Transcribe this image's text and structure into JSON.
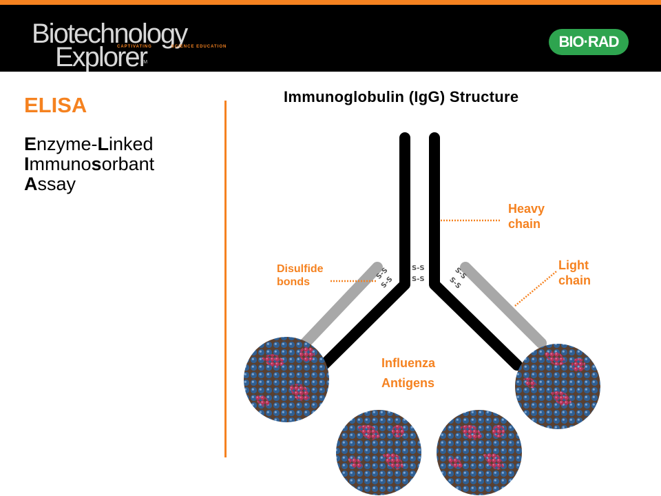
{
  "header": {
    "logo_line1": "Biotechnology",
    "logo_line2": "Explorer",
    "logo_tm": "TM",
    "logo_tag_left": "CAPTIVATING",
    "logo_tag_right": "SCIENCE EDUCATION",
    "brand_badge": "BIO·RAD"
  },
  "slide": {
    "title": "ELISA",
    "acronym_lines": [
      {
        "bold": "E",
        "rest": "nzyme-",
        "bold2": "L",
        "rest2": "inked"
      },
      {
        "bold": "I",
        "rest": "mmuno",
        "bold2": "s",
        "rest2": "orbant"
      },
      {
        "bold": "A",
        "rest": "ssay",
        "bold2": "",
        "rest2": ""
      }
    ]
  },
  "diagram": {
    "title": "Immunoglobulin (IgG) Structure",
    "labels": {
      "heavy_line1": "Heavy",
      "heavy_line2": "chain",
      "light_line1": "Light",
      "light_line2": "chain",
      "disulfide_line1": "Disulfide",
      "disulfide_line2": "bonds",
      "antigen_line1": "Influenza",
      "antigen_line2": "Antigens"
    },
    "bond_text": "S-S",
    "colors": {
      "accent": "#f58220",
      "heavy_chain": "#000000",
      "light_chain": "#a8a8a8",
      "virus_blue": "#2f5f93",
      "virus_red": "#b8325a",
      "virus_core": "#6b4a2e",
      "badge_green": "#2ea44f"
    }
  }
}
